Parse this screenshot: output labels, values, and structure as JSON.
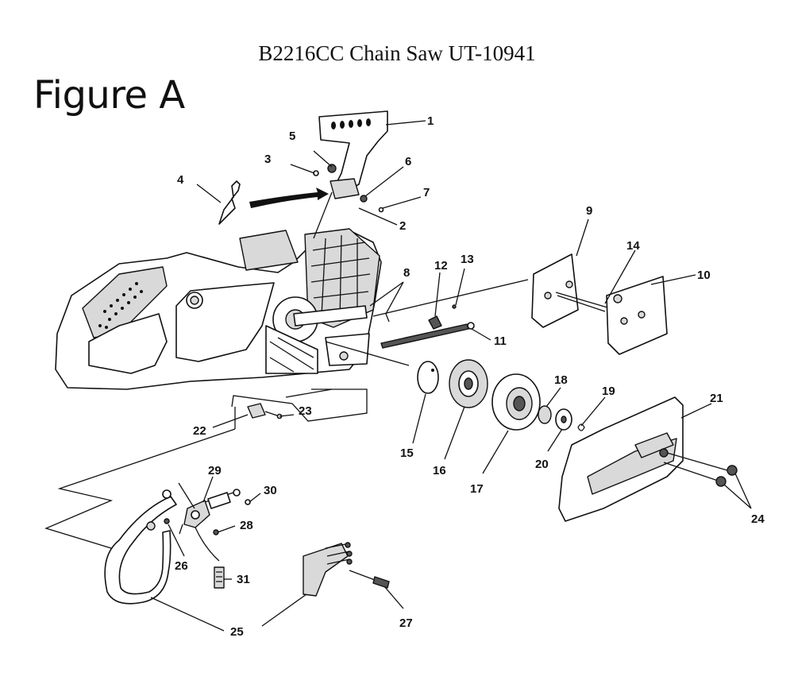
{
  "header": {
    "title": "B2216CC Chain Saw UT-10941",
    "figure_label": "Figure A"
  },
  "callouts": {
    "c1": "1",
    "c2": "2",
    "c3": "3",
    "c4": "4",
    "c5": "5",
    "c6": "6",
    "c7": "7",
    "c8": "8",
    "c9": "9",
    "c10": "10",
    "c11": "11",
    "c12": "12",
    "c13": "13",
    "c14": "14",
    "c15": "15",
    "c16": "16",
    "c17": "17",
    "c18": "18",
    "c19": "19",
    "c20": "20",
    "c21": "21",
    "c22": "22",
    "c23": "23",
    "c24": "24",
    "c25": "25",
    "c26": "26",
    "c27": "27",
    "c28": "28",
    "c29": "29",
    "c30": "30",
    "c31": "31"
  }
}
